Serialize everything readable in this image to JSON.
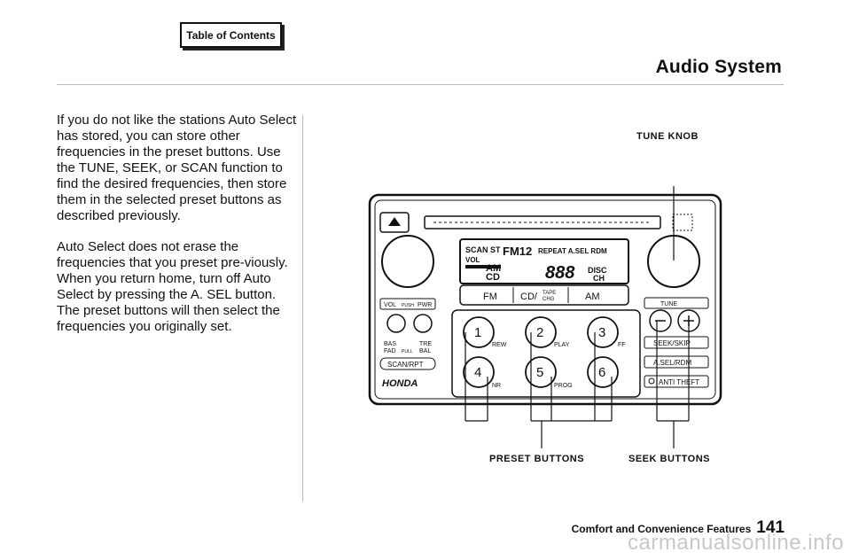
{
  "nav": {
    "toc_label": "Table of Contents"
  },
  "page": {
    "title": "Audio System",
    "footer_section": "Comfort and Convenience Features",
    "page_number": "141"
  },
  "body": {
    "paragraphs": [
      "If you do not like the stations Auto Select has stored, you can store other frequencies in the preset buttons. Use the TUNE, SEEK, or SCAN function to find the desired frequencies, then store them in the selected preset buttons as described previously.",
      "Auto Select does not erase the frequencies that you preset pre-viously. When you return home, turn off Auto Select by pressing the A. SEL button. The preset buttons will then select the frequencies you originally set."
    ]
  },
  "figure": {
    "callouts": {
      "tune_knob": "TUNE KNOB",
      "preset_buttons": "PRESET BUTTONS",
      "seek_buttons": "SEEK BUTTONS"
    },
    "display": {
      "line1": "SCAN ST",
      "band": "FM12",
      "line1b": "REPEAT A.SEL RDM",
      "vol": "VOL",
      "am": "AM",
      "cd": "CD",
      "digits": "888",
      "disc": "DISC",
      "ch": "CH"
    },
    "buttons": {
      "fm": "FM",
      "cd_tape": "CD/",
      "tape_chg_1": "TAPE",
      "tape_chg_2": "CHG",
      "am": "AM",
      "vol_push_pwr_1": "VOL",
      "vol_push_pwr_2": "PUSH",
      "vol_push_pwr_3": "PWR",
      "bas": "BAS",
      "tre": "TRE",
      "fad": "FAD",
      "pull": "PULL",
      "bal": "BAL",
      "scan_rpt": "SCAN/RPT",
      "tune": "TUNE",
      "seek_skip": "SEEK/SKIP",
      "asel_rdm": "A.SEL/RDM",
      "anti_theft": "ANTI THEFT"
    },
    "presets": [
      {
        "num": "1",
        "label": "REW"
      },
      {
        "num": "2",
        "label": "PLAY"
      },
      {
        "num": "3",
        "label": "FF"
      },
      {
        "num": "4",
        "label": "NR"
      },
      {
        "num": "5",
        "label": "PROG"
      },
      {
        "num": "6",
        "label": ""
      }
    ],
    "brand": "HONDA"
  },
  "watermark": "carmanualsonline.info"
}
